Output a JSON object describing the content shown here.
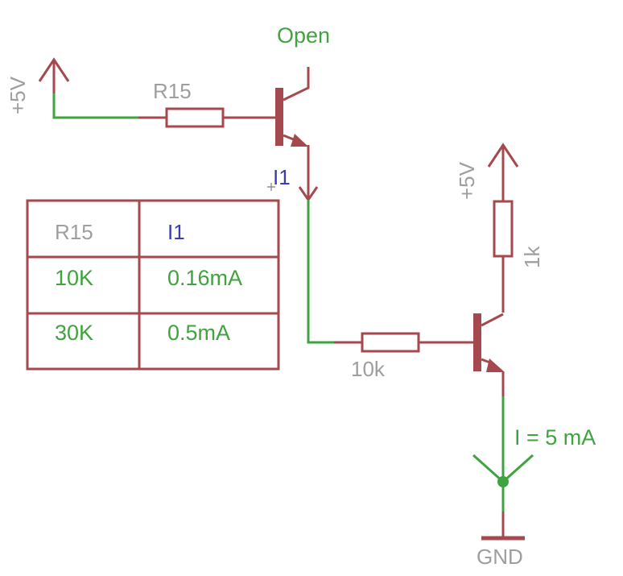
{
  "labels": {
    "supply_left": "+5V",
    "supply_right": "+5V",
    "r15": "R15",
    "open": "Open",
    "i1": "I1",
    "r_base": "10k",
    "r_collector": "1k",
    "current": "I = 5 mA",
    "gnd": "GND"
  },
  "table": {
    "headers": [
      "R15",
      "I1"
    ],
    "rows": [
      [
        "10K",
        "0.16mA"
      ],
      [
        "30K",
        "0.5mA"
      ]
    ]
  },
  "colors": {
    "wire": "#a5494f",
    "net": "#3fa33f",
    "label": "#9e9e9e",
    "current_label": "#3b3bb3"
  }
}
